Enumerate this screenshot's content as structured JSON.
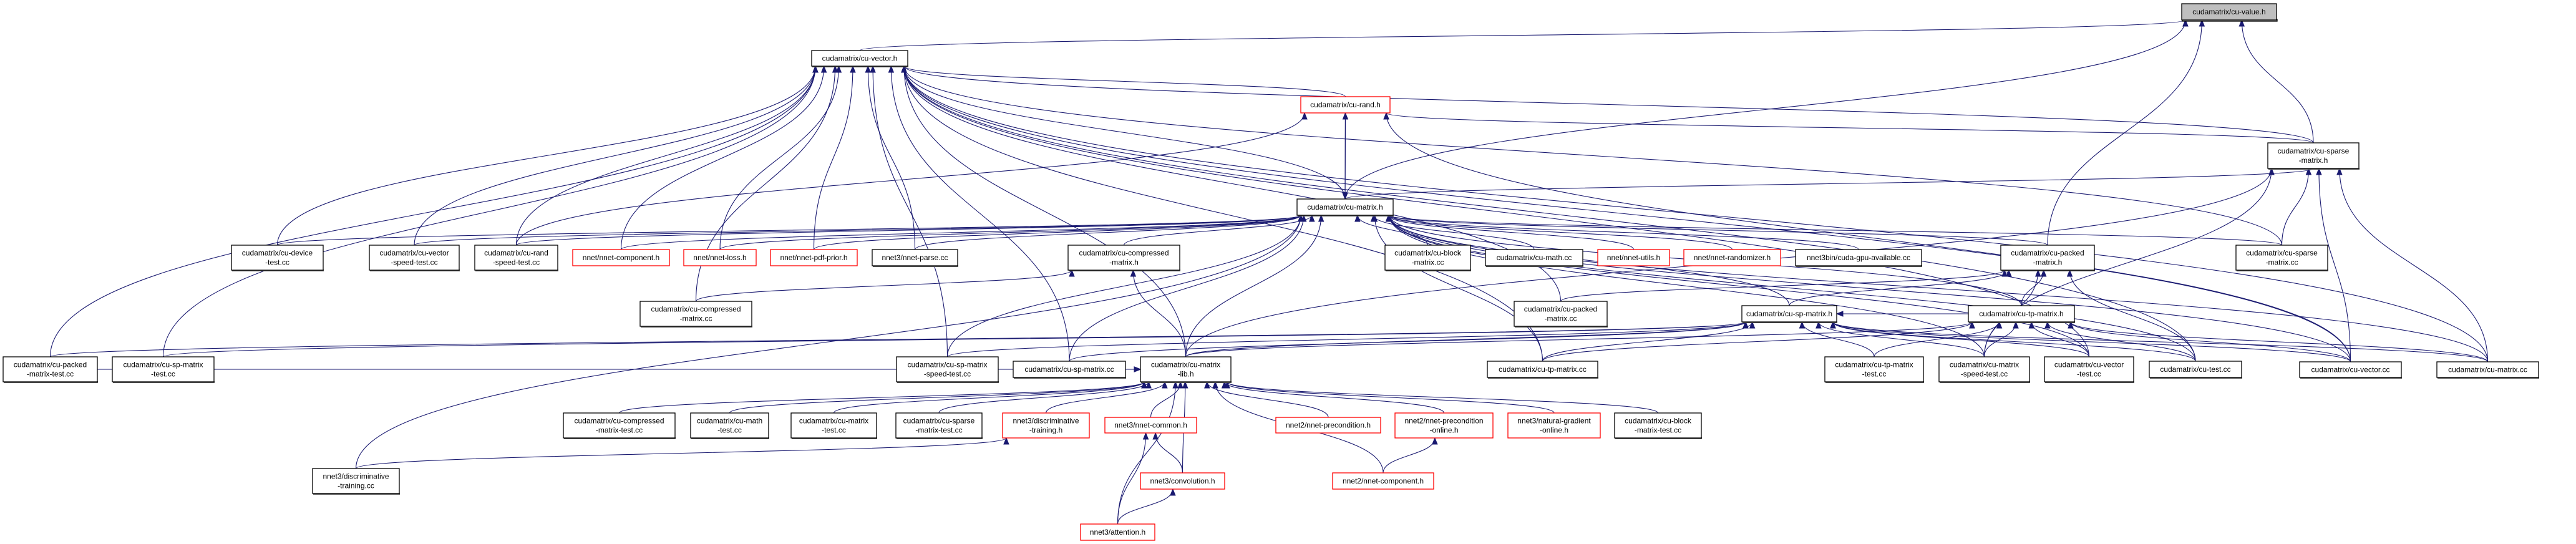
{
  "graph": {
    "title": "Include dependency graph (included by) for cudamatrix/cu-value.h",
    "colors": {
      "edge": "#191970",
      "root_fill": "#bfbfbf",
      "undocumented_border": "#ff0000",
      "node_border": "#000000"
    },
    "nodes": [
      {
        "id": "cu-value-h",
        "label": [
          "cudamatrix/cu-value.h"
        ],
        "kind": "root"
      },
      {
        "id": "cu-vector-h",
        "label": [
          "cudamatrix/cu-vector.h"
        ],
        "kind": "normal"
      },
      {
        "id": "cu-rand-h",
        "label": [
          "cudamatrix/cu-rand.h"
        ],
        "kind": "undoc"
      },
      {
        "id": "cu-sparse-matrix-h",
        "label": [
          "cudamatrix/cu-sparse",
          "-matrix.h"
        ],
        "kind": "normal"
      },
      {
        "id": "cu-matrix-h",
        "label": [
          "cudamatrix/cu-matrix.h"
        ],
        "kind": "normal"
      },
      {
        "id": "cu-device-test-cc",
        "label": [
          "cudamatrix/cu-device",
          "-test.cc"
        ],
        "kind": "normal"
      },
      {
        "id": "cu-vector-speed-test-cc",
        "label": [
          "cudamatrix/cu-vector",
          "-speed-test.cc"
        ],
        "kind": "normal"
      },
      {
        "id": "cu-rand-speed-test-cc",
        "label": [
          "cudamatrix/cu-rand",
          "-speed-test.cc"
        ],
        "kind": "normal"
      },
      {
        "id": "nnet-component-h",
        "label": [
          "nnet/nnet-component.h"
        ],
        "kind": "undoc"
      },
      {
        "id": "nnet-loss-h",
        "label": [
          "nnet/nnet-loss.h"
        ],
        "kind": "undoc"
      },
      {
        "id": "nnet-pdf-prior-h",
        "label": [
          "nnet/nnet-pdf-prior.h"
        ],
        "kind": "undoc"
      },
      {
        "id": "nnet3-nnet-parse-cc",
        "label": [
          "nnet3/nnet-parse.cc"
        ],
        "kind": "normal"
      },
      {
        "id": "cu-compressed-matrix-h",
        "label": [
          "cudamatrix/cu-compressed",
          "-matrix.h"
        ],
        "kind": "normal"
      },
      {
        "id": "cu-block-matrix-cc",
        "label": [
          "cudamatrix/cu-block",
          "-matrix.cc"
        ],
        "kind": "normal"
      },
      {
        "id": "cu-math-cc",
        "label": [
          "cudamatrix/cu-math.cc"
        ],
        "kind": "normal"
      },
      {
        "id": "nnet-utils-h",
        "label": [
          "nnet/nnet-utils.h"
        ],
        "kind": "undoc"
      },
      {
        "id": "nnet-randomizer-h",
        "label": [
          "nnet/nnet-randomizer.h"
        ],
        "kind": "undoc"
      },
      {
        "id": "cuda-gpu-available-cc",
        "label": [
          "nnet3bin/cuda-gpu-available.cc"
        ],
        "kind": "normal"
      },
      {
        "id": "cu-packed-matrix-h",
        "label": [
          "cudamatrix/cu-packed",
          "-matrix.h"
        ],
        "kind": "normal"
      },
      {
        "id": "cu-sparse-matrix-cc",
        "label": [
          "cudamatrix/cu-sparse",
          "-matrix.cc"
        ],
        "kind": "normal"
      },
      {
        "id": "cu-compressed-matrix-cc",
        "label": [
          "cudamatrix/cu-compressed",
          "-matrix.cc"
        ],
        "kind": "normal"
      },
      {
        "id": "cu-packed-matrix-cc",
        "label": [
          "cudamatrix/cu-packed",
          "-matrix.cc"
        ],
        "kind": "normal"
      },
      {
        "id": "cu-sp-matrix-h",
        "label": [
          "cudamatrix/cu-sp-matrix.h"
        ],
        "kind": "normal"
      },
      {
        "id": "cu-tp-matrix-h",
        "label": [
          "cudamatrix/cu-tp-matrix.h"
        ],
        "kind": "normal"
      },
      {
        "id": "cu-packed-matrix-test-cc",
        "label": [
          "cudamatrix/cu-packed",
          "-matrix-test.cc"
        ],
        "kind": "normal"
      },
      {
        "id": "cu-sp-matrix-test-cc",
        "label": [
          "cudamatrix/cu-sp-matrix",
          "-test.cc"
        ],
        "kind": "normal"
      },
      {
        "id": "cu-sp-matrix-speed-test-cc",
        "label": [
          "cudamatrix/cu-sp-matrix",
          "-speed-test.cc"
        ],
        "kind": "normal"
      },
      {
        "id": "cu-sp-matrix-cc",
        "label": [
          "cudamatrix/cu-sp-matrix.cc"
        ],
        "kind": "normal"
      },
      {
        "id": "cu-matrix-lib-h",
        "label": [
          "cudamatrix/cu-matrix",
          "-lib.h"
        ],
        "kind": "normal"
      },
      {
        "id": "cu-tp-matrix-cc",
        "label": [
          "cudamatrix/cu-tp-matrix.cc"
        ],
        "kind": "normal"
      },
      {
        "id": "cu-tp-matrix-test-cc",
        "label": [
          "cudamatrix/cu-tp-matrix",
          "-test.cc"
        ],
        "kind": "normal"
      },
      {
        "id": "cu-matrix-speed-test-cc",
        "label": [
          "cudamatrix/cu-matrix",
          "-speed-test.cc"
        ],
        "kind": "normal"
      },
      {
        "id": "cu-vector-test-cc",
        "label": [
          "cudamatrix/cu-vector",
          "-test.cc"
        ],
        "kind": "normal"
      },
      {
        "id": "cu-test-cc",
        "label": [
          "cudamatrix/cu-test.cc"
        ],
        "kind": "normal"
      },
      {
        "id": "cu-vector-cc",
        "label": [
          "cudamatrix/cu-vector.cc"
        ],
        "kind": "normal"
      },
      {
        "id": "cu-matrix-cc",
        "label": [
          "cudamatrix/cu-matrix.cc"
        ],
        "kind": "normal"
      },
      {
        "id": "cu-compressed-matrix-test-cc",
        "label": [
          "cudamatrix/cu-compressed",
          "-matrix-test.cc"
        ],
        "kind": "normal"
      },
      {
        "id": "cu-math-test-cc",
        "label": [
          "cudamatrix/cu-math",
          "-test.cc"
        ],
        "kind": "normal"
      },
      {
        "id": "cu-matrix-test-cc",
        "label": [
          "cudamatrix/cu-matrix",
          "-test.cc"
        ],
        "kind": "normal"
      },
      {
        "id": "cu-sparse-matrix-test-cc",
        "label": [
          "cudamatrix/cu-sparse",
          "-matrix-test.cc"
        ],
        "kind": "normal"
      },
      {
        "id": "discriminative-training-h",
        "label": [
          "nnet3/discriminative",
          "-training.h"
        ],
        "kind": "undoc"
      },
      {
        "id": "nnet3-nnet-common-h",
        "label": [
          "nnet3/nnet-common.h"
        ],
        "kind": "undoc"
      },
      {
        "id": "nnet2-nnet-precondition-h",
        "label": [
          "nnet2/nnet-precondition.h"
        ],
        "kind": "undoc"
      },
      {
        "id": "nnet2-nnet-precondition-online-h",
        "label": [
          "nnet2/nnet-precondition",
          "-online.h"
        ],
        "kind": "undoc"
      },
      {
        "id": "natural-gradient-online-h",
        "label": [
          "nnet3/natural-gradient",
          "-online.h"
        ],
        "kind": "undoc"
      },
      {
        "id": "cu-block-matrix-test-cc",
        "label": [
          "cudamatrix/cu-block",
          "-matrix-test.cc"
        ],
        "kind": "normal"
      },
      {
        "id": "discriminative-training-cc",
        "label": [
          "nnet3/discriminative",
          "-training.cc"
        ],
        "kind": "normal"
      },
      {
        "id": "nnet3-convolution-h",
        "label": [
          "nnet3/convolution.h"
        ],
        "kind": "undoc"
      },
      {
        "id": "nnet2-nnet-component-h",
        "label": [
          "nnet2/nnet-component.h"
        ],
        "kind": "undoc"
      },
      {
        "id": "nnet3-attention-h",
        "label": [
          "nnet3/attention.h"
        ],
        "kind": "undoc"
      }
    ],
    "edges": [
      [
        "cu-vector-h",
        "cu-value-h"
      ],
      [
        "cu-matrix-h",
        "cu-value-h"
      ],
      [
        "cu-sparse-matrix-h",
        "cu-value-h"
      ],
      [
        "cu-packed-matrix-h",
        "cu-value-h"
      ],
      [
        "cu-matrix-h",
        "cu-vector-h"
      ],
      [
        "cu-rand-h",
        "cu-vector-h"
      ],
      [
        "cu-sparse-matrix-h",
        "cu-vector-h"
      ],
      [
        "cu-device-test-cc",
        "cu-vector-h"
      ],
      [
        "cu-vector-speed-test-cc",
        "cu-vector-h"
      ],
      [
        "cu-rand-speed-test-cc",
        "cu-vector-h"
      ],
      [
        "nnet-component-h",
        "cu-vector-h"
      ],
      [
        "nnet-loss-h",
        "cu-vector-h"
      ],
      [
        "nnet-pdf-prior-h",
        "cu-vector-h"
      ],
      [
        "nnet3-nnet-parse-cc",
        "cu-vector-h"
      ],
      [
        "cu-packed-matrix-test-cc",
        "cu-vector-h"
      ],
      [
        "cu-sp-matrix-test-cc",
        "cu-vector-h"
      ],
      [
        "cu-compressed-matrix-cc",
        "cu-vector-h"
      ],
      [
        "cu-sp-matrix-speed-test-cc",
        "cu-vector-h"
      ],
      [
        "cu-matrix-lib-h",
        "cu-vector-h"
      ],
      [
        "cu-tp-matrix-cc",
        "cu-vector-h"
      ],
      [
        "cu-packed-matrix-cc",
        "cu-vector-h"
      ],
      [
        "cu-sparse-matrix-cc",
        "cu-vector-h"
      ],
      [
        "cu-test-cc",
        "cu-vector-h"
      ],
      [
        "cu-vector-cc",
        "cu-vector-h"
      ],
      [
        "cu-matrix-cc",
        "cu-vector-h"
      ],
      [
        "cu-sp-matrix-cc",
        "cu-vector-h"
      ],
      [
        "cu-vector-test-cc",
        "cu-vector-h"
      ],
      [
        "cu-matrix-h",
        "cu-rand-h"
      ],
      [
        "cu-rand-h",
        "cu-matrix-h"
      ],
      [
        "cu-sparse-matrix-h",
        "cu-rand-h"
      ],
      [
        "cu-rand-speed-test-cc",
        "cu-rand-h"
      ],
      [
        "cu-vector-cc",
        "cu-rand-h"
      ],
      [
        "cu-sparse-matrix-h",
        "cu-matrix-h"
      ],
      [
        "cu-device-test-cc",
        "cu-matrix-h"
      ],
      [
        "cu-vector-speed-test-cc",
        "cu-matrix-h"
      ],
      [
        "cu-rand-speed-test-cc",
        "cu-matrix-h"
      ],
      [
        "nnet-component-h",
        "cu-matrix-h"
      ],
      [
        "nnet-loss-h",
        "cu-matrix-h"
      ],
      [
        "nnet-pdf-prior-h",
        "cu-matrix-h"
      ],
      [
        "nnet3-nnet-parse-cc",
        "cu-matrix-h"
      ],
      [
        "cu-compressed-matrix-h",
        "cu-matrix-h"
      ],
      [
        "cu-block-matrix-cc",
        "cu-matrix-h"
      ],
      [
        "cu-math-cc",
        "cu-matrix-h"
      ],
      [
        "nnet-utils-h",
        "cu-matrix-h"
      ],
      [
        "nnet-randomizer-h",
        "cu-matrix-h"
      ],
      [
        "cuda-gpu-available-cc",
        "cu-matrix-h"
      ],
      [
        "cu-packed-matrix-h",
        "cu-matrix-h"
      ],
      [
        "cu-sparse-matrix-cc",
        "cu-matrix-h"
      ],
      [
        "cu-sp-matrix-h",
        "cu-matrix-h"
      ],
      [
        "cu-tp-matrix-h",
        "cu-matrix-h"
      ],
      [
        "cu-matrix-lib-h",
        "cu-matrix-h"
      ],
      [
        "cu-sp-matrix-cc",
        "cu-matrix-h"
      ],
      [
        "cu-tp-matrix-cc",
        "cu-matrix-h"
      ],
      [
        "cu-sp-matrix-speed-test-cc",
        "cu-matrix-h"
      ],
      [
        "cu-matrix-speed-test-cc",
        "cu-matrix-h"
      ],
      [
        "cu-vector-test-cc",
        "cu-matrix-h"
      ],
      [
        "cu-test-cc",
        "cu-matrix-h"
      ],
      [
        "cu-vector-cc",
        "cu-matrix-h"
      ],
      [
        "cu-matrix-cc",
        "cu-matrix-h"
      ],
      [
        "discriminative-training-cc",
        "cu-matrix-h"
      ],
      [
        "cu-compressed-matrix-cc",
        "cu-compressed-matrix-h"
      ],
      [
        "cu-matrix-lib-h",
        "cu-compressed-matrix-h"
      ],
      [
        "cu-sp-matrix-h",
        "cu-packed-matrix-h"
      ],
      [
        "cu-tp-matrix-h",
        "cu-packed-matrix-h"
      ],
      [
        "cu-packed-matrix-cc",
        "cu-packed-matrix-h"
      ],
      [
        "cu-matrix-speed-test-cc",
        "cu-packed-matrix-h"
      ],
      [
        "cu-test-cc",
        "cu-packed-matrix-h"
      ],
      [
        "cu-sparse-matrix-cc",
        "cu-sparse-matrix-h"
      ],
      [
        "cu-matrix-lib-h",
        "cu-sparse-matrix-h"
      ],
      [
        "cu-vector-cc",
        "cu-sparse-matrix-h"
      ],
      [
        "cu-matrix-cc",
        "cu-sparse-matrix-h"
      ],
      [
        "cu-matrix-speed-test-cc",
        "cu-sparse-matrix-h"
      ],
      [
        "cu-matrix-lib-h",
        "cu-sp-matrix-h"
      ],
      [
        "cu-tp-matrix-h",
        "cu-sp-matrix-h"
      ],
      [
        "cu-sp-matrix-test-cc",
        "cu-sp-matrix-h"
      ],
      [
        "cu-packed-matrix-test-cc",
        "cu-sp-matrix-h"
      ],
      [
        "cu-sp-matrix-speed-test-cc",
        "cu-sp-matrix-h"
      ],
      [
        "cu-sp-matrix-cc",
        "cu-sp-matrix-h"
      ],
      [
        "cu-tp-matrix-cc",
        "cu-sp-matrix-h"
      ],
      [
        "cu-tp-matrix-test-cc",
        "cu-sp-matrix-h"
      ],
      [
        "cu-matrix-speed-test-cc",
        "cu-sp-matrix-h"
      ],
      [
        "cu-vector-test-cc",
        "cu-sp-matrix-h"
      ],
      [
        "cu-test-cc",
        "cu-sp-matrix-h"
      ],
      [
        "cu-vector-cc",
        "cu-sp-matrix-h"
      ],
      [
        "cu-matrix-cc",
        "cu-sp-matrix-h"
      ],
      [
        "cu-matrix-lib-h",
        "cu-tp-matrix-h"
      ],
      [
        "cu-tp-matrix-cc",
        "cu-tp-matrix-h"
      ],
      [
        "cu-tp-matrix-test-cc",
        "cu-tp-matrix-h"
      ],
      [
        "cu-matrix-speed-test-cc",
        "cu-tp-matrix-h"
      ],
      [
        "cu-vector-test-cc",
        "cu-tp-matrix-h"
      ],
      [
        "cu-test-cc",
        "cu-tp-matrix-h"
      ],
      [
        "cu-vector-cc",
        "cu-tp-matrix-h"
      ],
      [
        "cu-matrix-cc",
        "cu-tp-matrix-h"
      ],
      [
        "cu-compressed-matrix-test-cc",
        "cu-matrix-lib-h"
      ],
      [
        "cu-math-test-cc",
        "cu-matrix-lib-h"
      ],
      [
        "cu-matrix-test-cc",
        "cu-matrix-lib-h"
      ],
      [
        "cu-sparse-matrix-test-cc",
        "cu-matrix-lib-h"
      ],
      [
        "discriminative-training-h",
        "cu-matrix-lib-h"
      ],
      [
        "nnet3-nnet-common-h",
        "cu-matrix-lib-h"
      ],
      [
        "nnet2-nnet-precondition-h",
        "cu-matrix-lib-h"
      ],
      [
        "nnet2-nnet-precondition-online-h",
        "cu-matrix-lib-h"
      ],
      [
        "natural-gradient-online-h",
        "cu-matrix-lib-h"
      ],
      [
        "cu-block-matrix-test-cc",
        "cu-matrix-lib-h"
      ],
      [
        "nnet3-convolution-h",
        "cu-matrix-lib-h"
      ],
      [
        "nnet2-nnet-component-h",
        "cu-matrix-lib-h"
      ],
      [
        "nnet3-attention-h",
        "cu-matrix-lib-h"
      ],
      [
        "cu-sp-matrix-speed-test-cc",
        "cu-matrix-lib-h"
      ],
      [
        "cu-sp-matrix-test-cc",
        "cu-matrix-lib-h"
      ],
      [
        "cu-packed-matrix-test-cc",
        "cu-matrix-lib-h"
      ],
      [
        "discriminative-training-cc",
        "discriminative-training-h"
      ],
      [
        "nnet3-convolution-h",
        "nnet3-nnet-common-h"
      ],
      [
        "nnet3-attention-h",
        "nnet3-nnet-common-h"
      ],
      [
        "nnet3-attention-h",
        "nnet3-convolution-h"
      ],
      [
        "nnet2-nnet-component-h",
        "nnet2-nnet-precondition-online-h"
      ]
    ]
  }
}
